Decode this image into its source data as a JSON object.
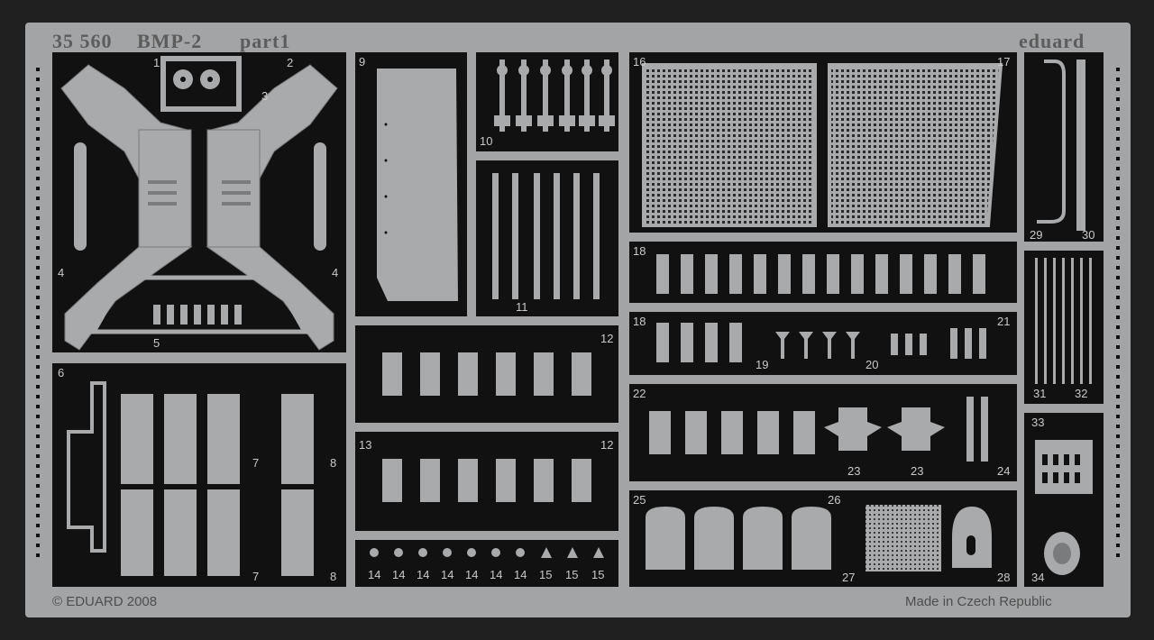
{
  "sheet": {
    "catalog_number": "35 560",
    "title": "BMP-2",
    "part": "part1",
    "brand": "eduard",
    "copyright": "© EDUARD 2008",
    "made_in": "Made in Czech Republic"
  },
  "part_labels": {
    "p1": "1",
    "p2": "2",
    "p3": "3",
    "p4a": "4",
    "p4b": "4",
    "p5": "5",
    "p6": "6",
    "p7a": "7",
    "p7b": "7",
    "p8a": "8",
    "p8b": "8",
    "p9": "9",
    "p10": "10",
    "p11": "11",
    "p12a": "12",
    "p12b": "12",
    "p13": "13",
    "p14": [
      "14",
      "14",
      "14",
      "14",
      "14",
      "14",
      "14"
    ],
    "p15": [
      "15",
      "15",
      "15"
    ],
    "p16": "16",
    "p17": "17",
    "p18a": "18",
    "p18b": "18",
    "p19": "19",
    "p20": "20",
    "p21": "21",
    "p22": "22",
    "p23a": "23",
    "p23b": "23",
    "p24": "24",
    "p25": "25",
    "p26": "26",
    "p27": "27",
    "p28": "28",
    "p29": "29",
    "p30": "30",
    "p31": "31",
    "p32": "32",
    "p33": "33",
    "p34": "34"
  },
  "colors": {
    "background": "#202020",
    "fret_metal": "#a3a4a6",
    "bay": "#111111",
    "label_text": "#c9c9c9",
    "header_text": "#5c5c5c"
  }
}
